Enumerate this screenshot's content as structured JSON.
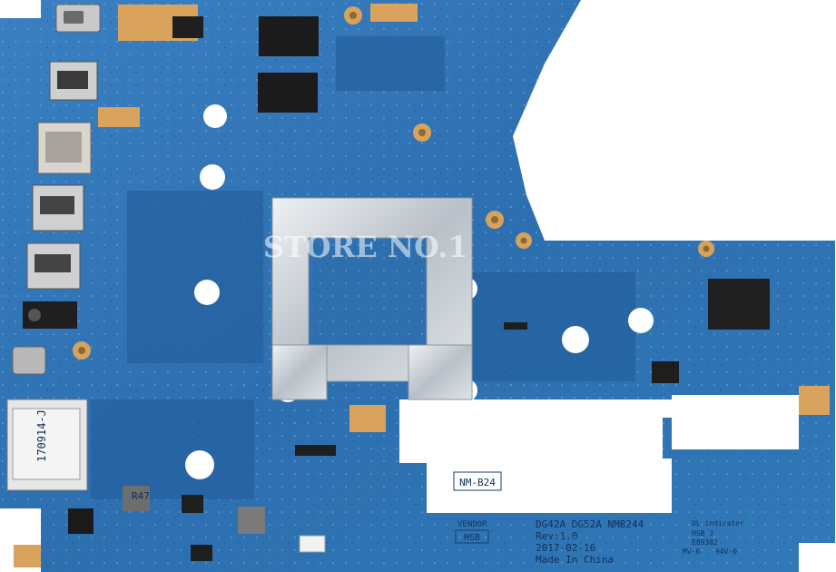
{
  "watermark": "STORE NO.1",
  "board_labels": {
    "card_reader": "170914-J",
    "model_tag": "NM-B24",
    "part_numbers": "DG42A DG52A NMB244",
    "revision": "Rev:1.0",
    "date": "2017-02-16",
    "made_in": "Made In China",
    "vendor": "VENDOR",
    "vendor_code": "HSB",
    "ul_indicator": "UL indicator",
    "ul_mark": "HSB J",
    "ul_file": "E89382",
    "ul_rating_1": "MV-6",
    "ul_rating_2": "94V-0",
    "inductor_label": "R47"
  },
  "colors": {
    "pcb": "#2f73b6",
    "pcb_dark": "#1f5a98",
    "copper": "#d7a35c",
    "silver": "#c8cdd3"
  }
}
